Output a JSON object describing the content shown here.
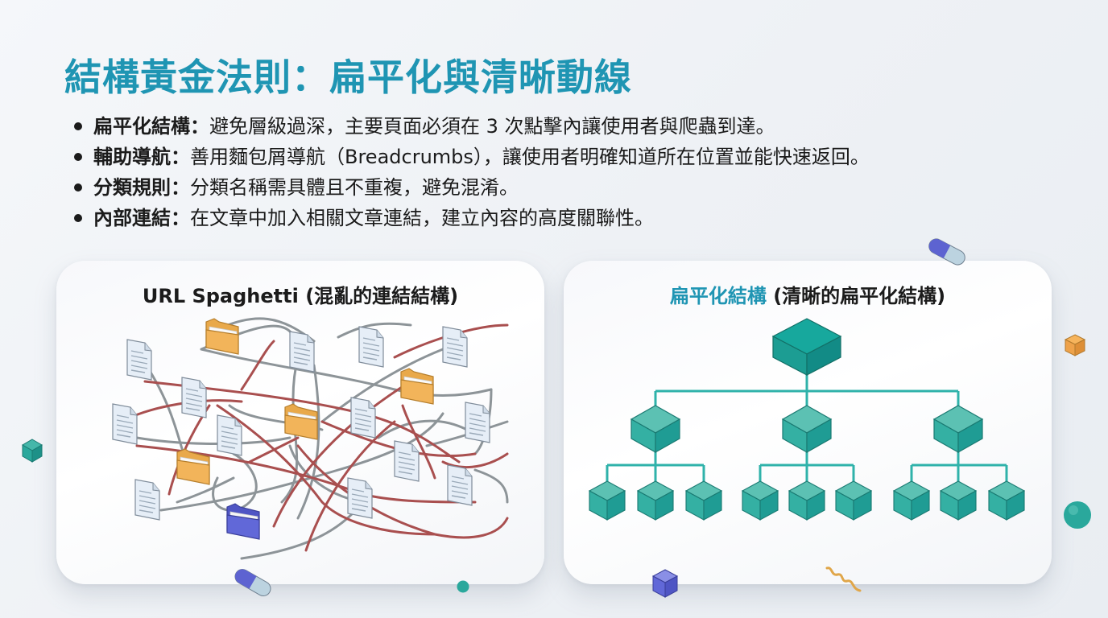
{
  "title": "結構黃金法則：扁平化與清晰動線",
  "bullets": [
    {
      "term": "扁平化結構：",
      "desc": "避免層級過深，主要頁面必須在 3 次點擊內讓使用者與爬蟲到達。"
    },
    {
      "term": "輔助導航：",
      "desc": "善用麵包屑導航（Breadcrumbs），讓使用者明確知道所在位置並能快速返回。"
    },
    {
      "term": "分類規則：",
      "desc": "分類名稱需具體且不重複，避免混淆。"
    },
    {
      "term": "內部連結：",
      "desc": "在文章中加入相關文章連結，建立內容的高度關聯性。"
    }
  ],
  "panels": {
    "left": {
      "title": "URL Spaghetti (混亂的連結結構)",
      "illustration": "tangled-network-of-documents-and-folders",
      "node_counts": {
        "documents": 13,
        "folders": 5
      }
    },
    "right": {
      "title_accent": "扁平化結構",
      "title_rest": " (清晰的扁平化結構)",
      "illustration": "flat-hierarchy-tree",
      "tree": {
        "root": 1,
        "level2": 3,
        "level3_per_branch": 3
      }
    }
  },
  "colors": {
    "title": "#1f95b3",
    "teal": "#2aa89c",
    "teal_dark": "#1a7f79",
    "folder": "#f2b45a",
    "folder_blue": "#5f66d6",
    "link_red": "#a94f4f",
    "link_gray": "#8d9498"
  }
}
